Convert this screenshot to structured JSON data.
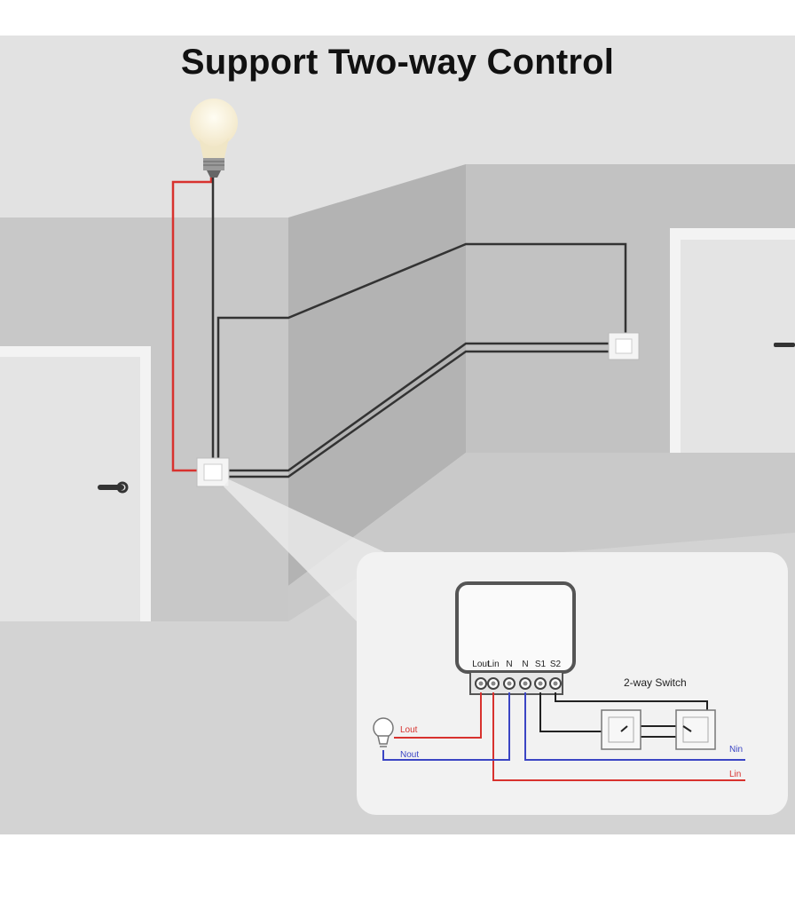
{
  "title": "Support Two-way Control",
  "module": {
    "terminals": [
      "Lout",
      "Lin",
      "N",
      "N",
      "S1",
      "S2"
    ]
  },
  "labels": {
    "switch": "2-way Switch",
    "lout": "Lout",
    "nout": "Nout",
    "nin": "Nin",
    "lin": "Lin"
  },
  "colors": {
    "live": "#d8322e",
    "neutral": "#3b45c4",
    "wire": "#333333",
    "wall": "#cfcfcf"
  },
  "icons": [
    "light-bulb-icon",
    "wall-switch-icon",
    "door-handle-icon"
  ]
}
